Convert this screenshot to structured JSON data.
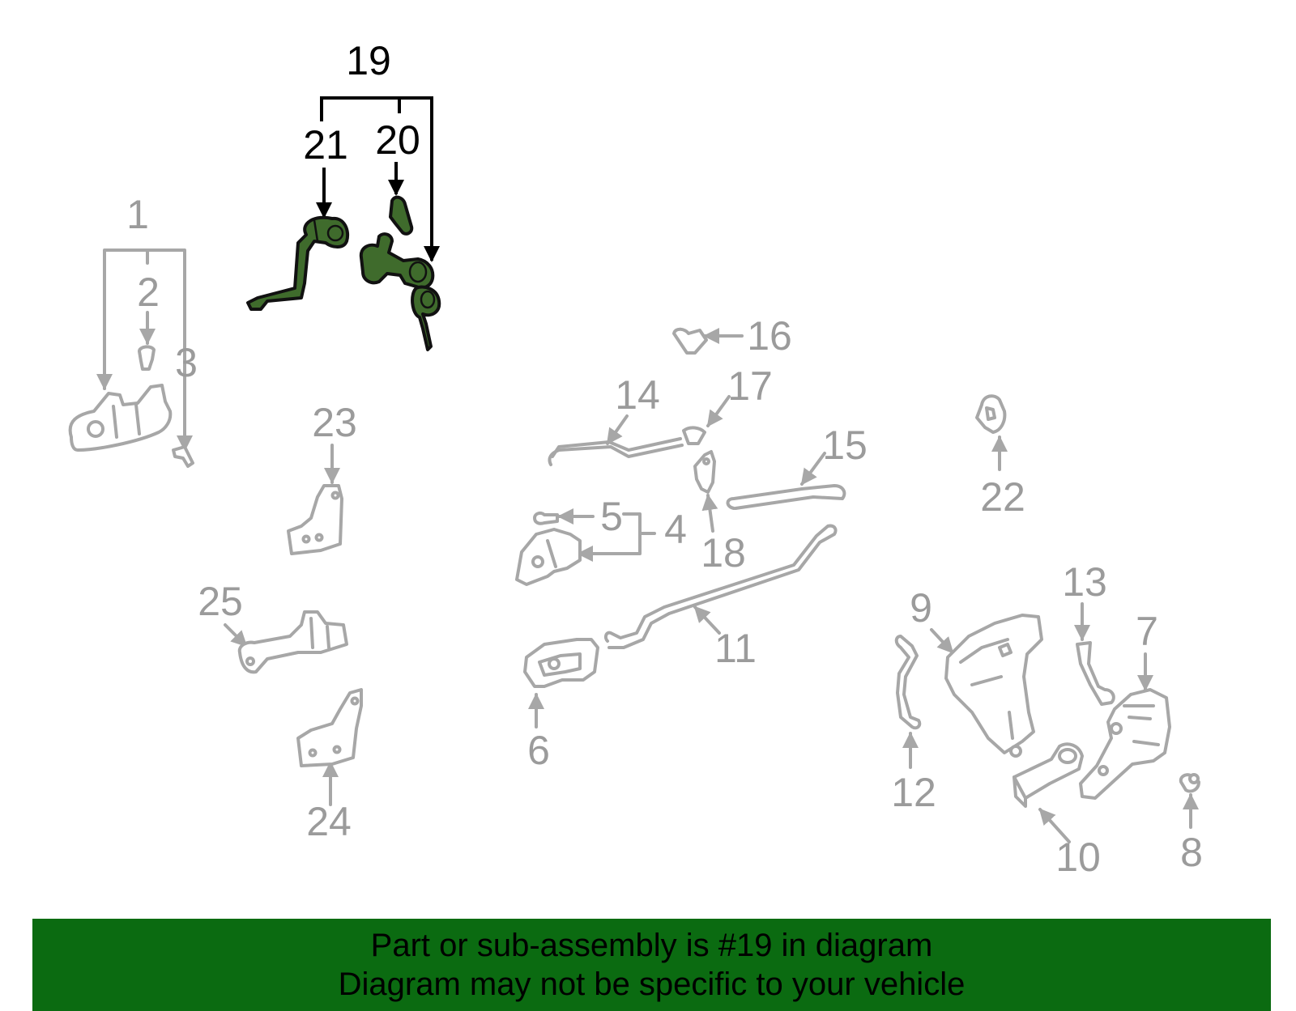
{
  "callouts": {
    "n1": "1",
    "n2": "2",
    "n3": "3",
    "n4": "4",
    "n5": "5",
    "n6": "6",
    "n7": "7",
    "n8": "8",
    "n9": "9",
    "n10": "10",
    "n11": "11",
    "n12": "12",
    "n13": "13",
    "n14": "14",
    "n15": "15",
    "n16": "16",
    "n17": "17",
    "n18": "18",
    "n19": "19",
    "n20": "20",
    "n21": "21",
    "n22": "22",
    "n23": "23",
    "n24": "24",
    "n25": "25"
  },
  "banner": {
    "line1": "Part or sub-assembly is #19 in diagram",
    "line2": "Diagram may not be specific to your vehicle"
  },
  "colors": {
    "highlight_fill": "#3f6b2c",
    "banner_background": "#0b6b11",
    "part_outline": "#a7a7a7",
    "callout_text": "#9b9b9b"
  }
}
